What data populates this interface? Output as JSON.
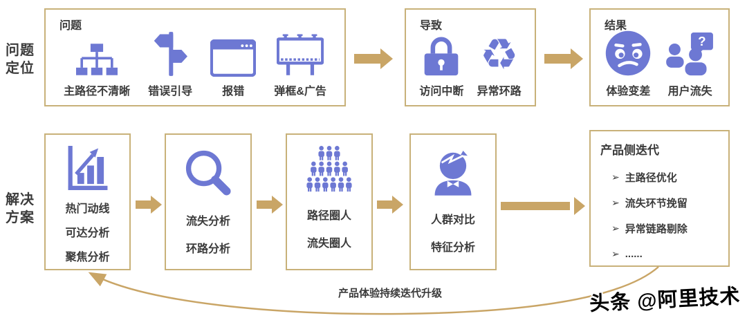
{
  "colors": {
    "icon_purple": "#6d78d3",
    "arrow_gold": "#c9a566",
    "box_border": "#c8b179",
    "text_dark": "#3b3b3b"
  },
  "left_labels": {
    "top_lines": [
      "问题",
      "定位"
    ],
    "bottom_lines": [
      "解决",
      "方案"
    ]
  },
  "top_row": {
    "problem_box": {
      "title": "问题",
      "items": [
        {
          "icon": "sitemap-icon",
          "label": "主路径不清晰"
        },
        {
          "icon": "signpost-icon",
          "label": "错误引导"
        },
        {
          "icon": "browser-window-icon",
          "label": "报错"
        },
        {
          "icon": "billboard-icon",
          "label": "弹框&广告"
        }
      ]
    },
    "cause_box": {
      "title": "导致",
      "items": [
        {
          "icon": "lock-icon",
          "label": "访问中断"
        },
        {
          "icon": "recycle-icon",
          "label": "异常环路"
        }
      ],
      "recycle_glyph": "♻"
    },
    "result_box": {
      "title": "结果",
      "items": [
        {
          "icon": "sad-face-icon",
          "label": "体验变差"
        },
        {
          "icon": "users-question-icon",
          "label": "用户流失"
        }
      ],
      "question_glyph": "?"
    }
  },
  "bottom_row": {
    "step1": {
      "icon": "bar-chart-icon",
      "lines": [
        "热门动线",
        "可达分析",
        "聚焦分析"
      ]
    },
    "step2": {
      "icon": "magnifier-icon",
      "lines": [
        "流失分析",
        "环路分析"
      ]
    },
    "step3": {
      "icon": "crowd-icon",
      "lines": [
        "路径圈人",
        "流失圈人"
      ]
    },
    "step4": {
      "icon": "person-icon",
      "lines": [
        "人群对比",
        "特征分析"
      ]
    },
    "iteration_box": {
      "title": "产品侧迭代",
      "bullet_marker": "➢",
      "bullets": [
        "主路径优化",
        "流失环节挽留",
        "异常链路剔除",
        "......"
      ]
    }
  },
  "loop_label": "产品体验持续迭代升级",
  "watermark": "头条 @阿里技术"
}
